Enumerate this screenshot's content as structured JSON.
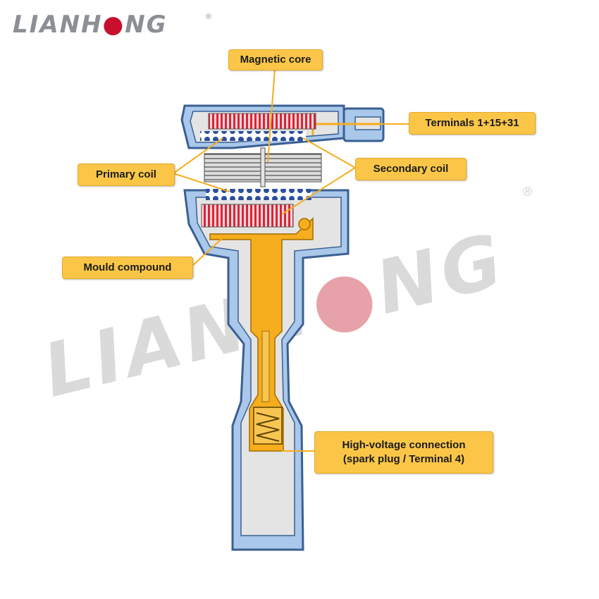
{
  "brand": {
    "logo_text_left": "LIANH",
    "logo_text_right": "NG",
    "registered_mark": "®",
    "watermark_left": "LIANH",
    "watermark_right": "NG",
    "accent_color": "#c8102e"
  },
  "labels": {
    "magnetic_core": "Magnetic core",
    "terminals": "Terminals 1+15+31",
    "primary_coil": "Primary coil",
    "secondary_coil": "Secondary coil",
    "mould_compound": "Mould compound",
    "hv_line1": "High-voltage connection",
    "hv_line2": "(spark plug / Terminal 4)"
  },
  "colors": {
    "housing_blue": "#a9c8ea",
    "outline_blue": "#3a5f93",
    "mould_gray": "#e4e4e4",
    "conductor_yellow": "#f6ad1e",
    "callout_yellow": "#fbc647",
    "coil_red": "#d8243b",
    "winding_blue": "#2c4f9e"
  }
}
